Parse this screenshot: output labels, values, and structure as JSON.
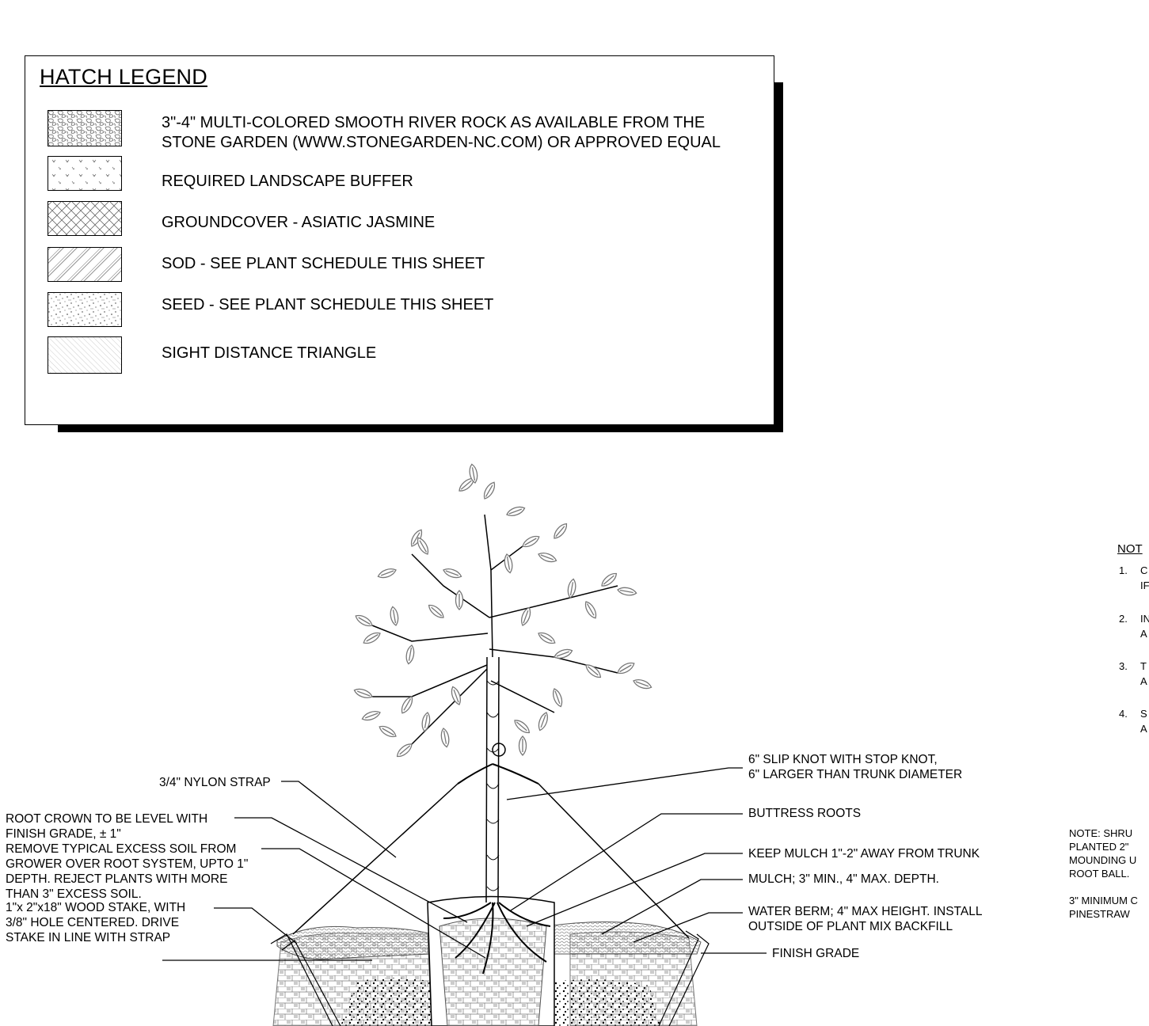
{
  "legend": {
    "title": "HATCH LEGEND",
    "items": [
      {
        "label": "3\"-4\" MULTI-COLORED SMOOTH RIVER ROCK AS AVAILABLE FROM THE",
        "label2": "STONE GARDEN (WWW.STONEGARDEN-NC.COM) OR APPROVED EQUAL",
        "hatch": "river-rock"
      },
      {
        "label": "REQUIRED LANDSCAPE BUFFER",
        "hatch": "buffer"
      },
      {
        "label": "GROUNDCOVER - ASIATIC JASMINE",
        "hatch": "crosshatch"
      },
      {
        "label": "SOD - SEE PLANT SCHEDULE THIS SHEET",
        "hatch": "diagonal"
      },
      {
        "label": "SEED - SEE PLANT SCHEDULE THIS SHEET",
        "hatch": "stipple"
      },
      {
        "label": "SIGHT DISTANCE TRIANGLE",
        "hatch": "fine-diagonal"
      }
    ]
  },
  "detail": {
    "left_callouts": {
      "strap": "3/4\" NYLON STRAP",
      "root_crown": [
        "ROOT CROWN TO BE LEVEL WITH",
        "FINISH GRADE, ± 1\""
      ],
      "excess_soil": [
        "REMOVE TYPICAL EXCESS SOIL FROM",
        "GROWER OVER ROOT SYSTEM, UPTO 1\"",
        "DEPTH.  REJECT PLANTS WITH MORE",
        "THAN 3\" EXCESS SOIL."
      ],
      "stake": [
        "1\"x 2\"x18\" WOOD STAKE, WITH",
        "3/8\" HOLE CENTERED. DRIVE",
        "STAKE IN LINE WITH STRAP"
      ]
    },
    "right_callouts": {
      "slip_knot": [
        "6\" SLIP KNOT WITH STOP KNOT,",
        "6\" LARGER THAN TRUNK DIAMETER"
      ],
      "buttress": "BUTTRESS ROOTS",
      "mulch_away": "KEEP MULCH 1\"-2\" AWAY FROM TRUNK",
      "mulch_depth": "MULCH; 3\" MIN., 4\" MAX. DEPTH.",
      "berm": [
        "WATER BERM; 4\" MAX HEIGHT. INSTALL",
        "OUTSIDE OF PLANT MIX BACKFILL"
      ],
      "finish_grade": "FINISH GRADE"
    }
  },
  "notes": {
    "heading": "NOT",
    "items": [
      {
        "num": "1.",
        "l1": "C",
        "l2": "IF"
      },
      {
        "num": "2.",
        "l1": "IN",
        "l2": "A"
      },
      {
        "num": "3.",
        "l1": "T",
        "l2": "A"
      },
      {
        "num": "4.",
        "l1": "S",
        "l2": "A"
      }
    ],
    "shrub_note": [
      "NOTE: SHRU",
      "PLANTED 2\"",
      "MOUNDING U",
      "ROOT BALL."
    ],
    "pinestraw_note": [
      "3\" MINIMUM C",
      "PINESTRAW"
    ]
  }
}
